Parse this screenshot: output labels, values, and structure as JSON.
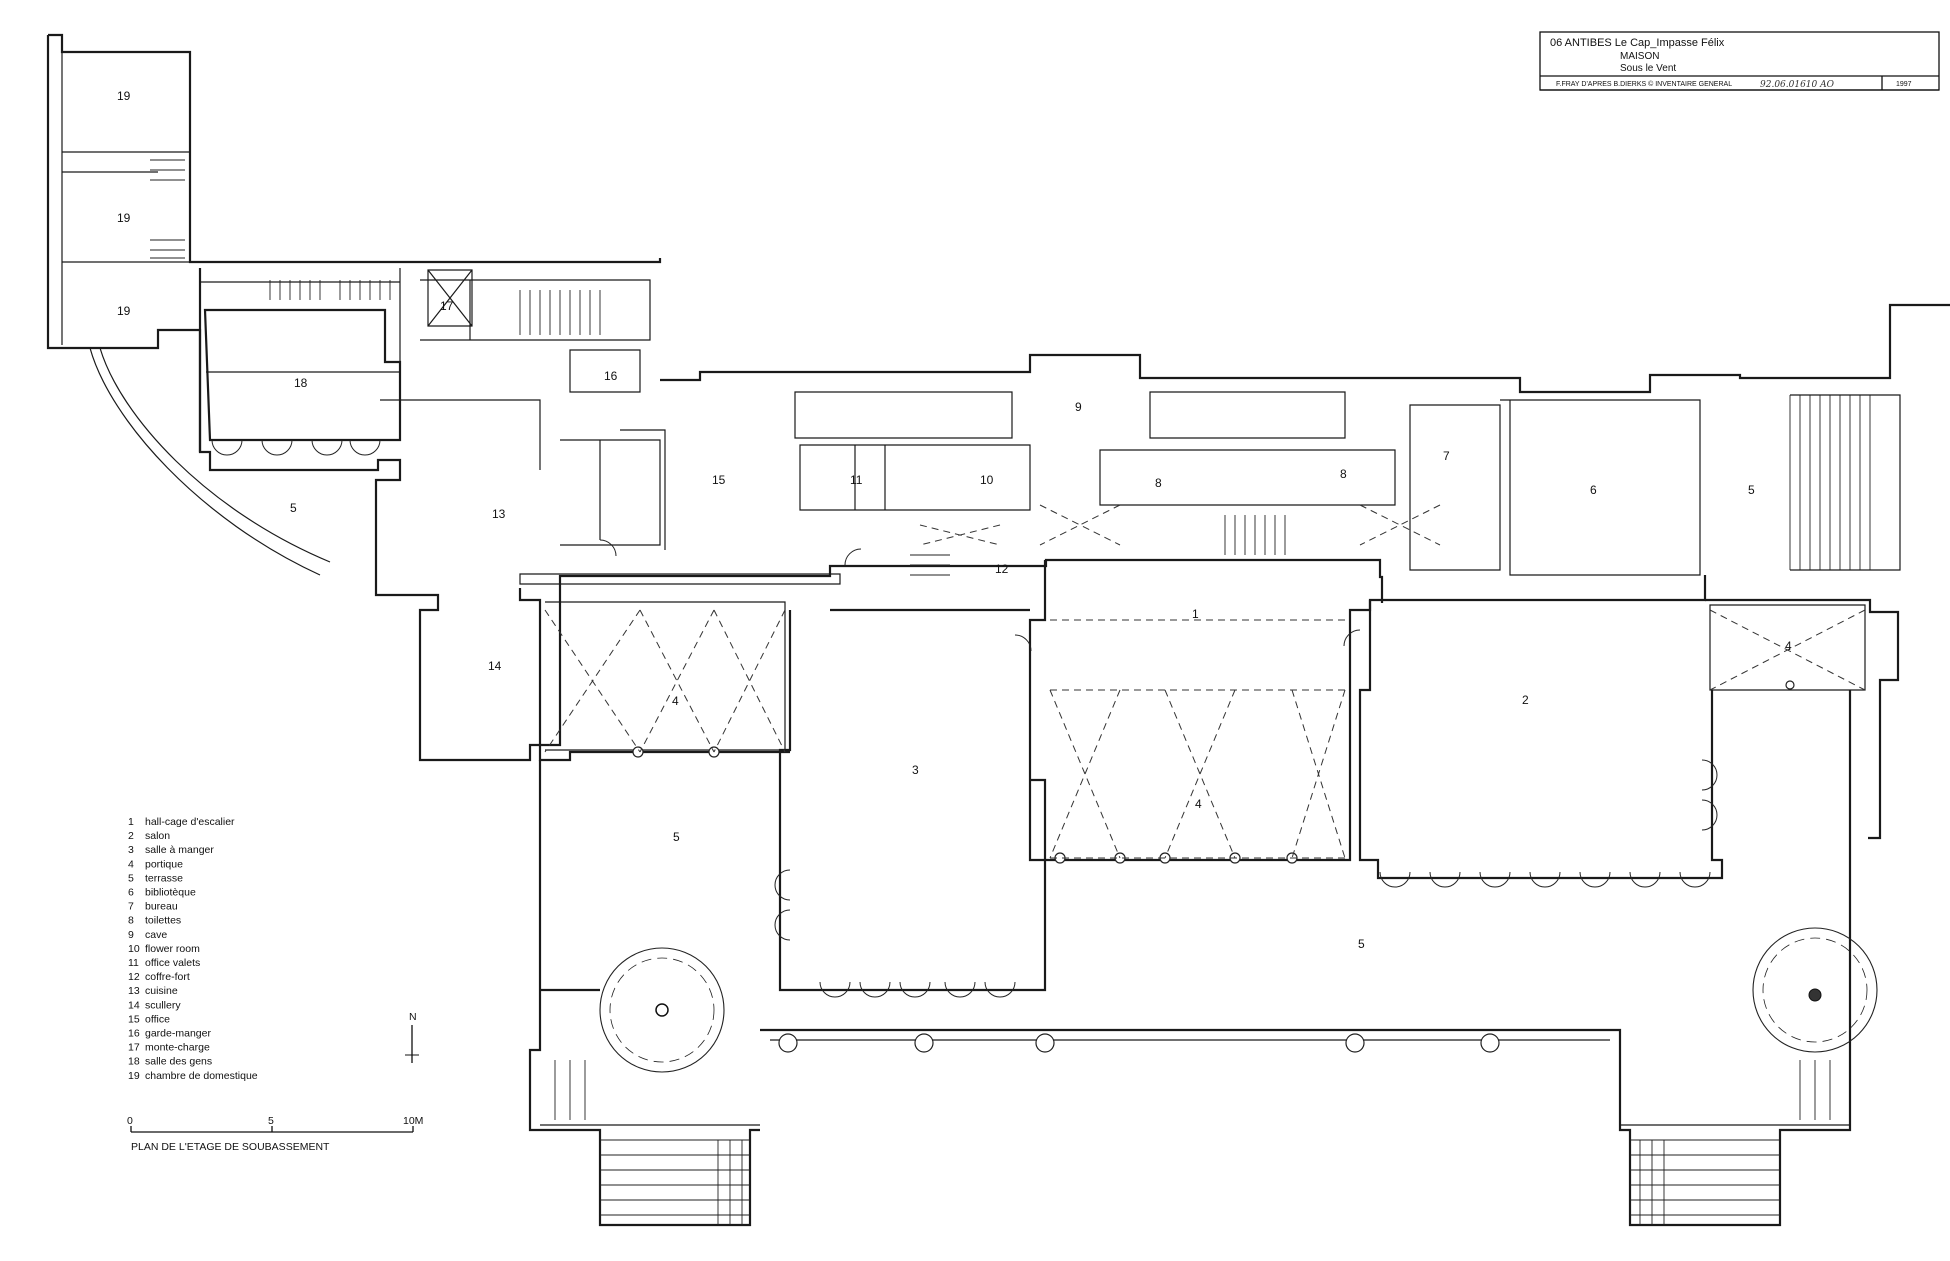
{
  "title_block": {
    "line1": "06 ANTIBES  Le Cap_Impasse Félix",
    "line2": "MAISON",
    "line3": "Sous le Vent",
    "credits": "F.FRAY D'APRES B.DIERKS © INVENTAIRE GENERAL",
    "ref": "92.06.01610 AO",
    "year": "1997"
  },
  "drawing_title": "PLAN DE L'ETAGE DE SOUBASSEMENT",
  "north_label": "N",
  "scale_bar": {
    "labels": [
      "0",
      "5",
      "10M"
    ]
  },
  "legend": [
    {
      "num": "1",
      "label": "hall-cage d'escalier"
    },
    {
      "num": "2",
      "label": "salon"
    },
    {
      "num": "3",
      "label": "salle à manger"
    },
    {
      "num": "4",
      "label": "portique"
    },
    {
      "num": "5",
      "label": "terrasse"
    },
    {
      "num": "6",
      "label": "bibliotèque"
    },
    {
      "num": "7",
      "label": "bureau"
    },
    {
      "num": "8",
      "label": "toilettes"
    },
    {
      "num": "9",
      "label": "cave"
    },
    {
      "num": "10",
      "label": "flower room"
    },
    {
      "num": "11",
      "label": "office valets"
    },
    {
      "num": "12",
      "label": "coffre-fort"
    },
    {
      "num": "13",
      "label": "cuisine"
    },
    {
      "num": "14",
      "label": "scullery"
    },
    {
      "num": "15",
      "label": "office"
    },
    {
      "num": "16",
      "label": "garde-manger"
    },
    {
      "num": "17",
      "label": "monte-charge"
    },
    {
      "num": "18",
      "label": "salle des gens"
    },
    {
      "num": "19",
      "label": "chambre de domestique"
    }
  ],
  "room_labels": [
    "19",
    "19",
    "19",
    "18",
    "17",
    "16",
    "9",
    "15",
    "13",
    "5",
    "11",
    "10",
    "12",
    "8",
    "8",
    "7",
    "6",
    "5",
    "1",
    "14",
    "4",
    "3",
    "4",
    "2",
    "4",
    "5",
    "5",
    "4",
    "5"
  ]
}
